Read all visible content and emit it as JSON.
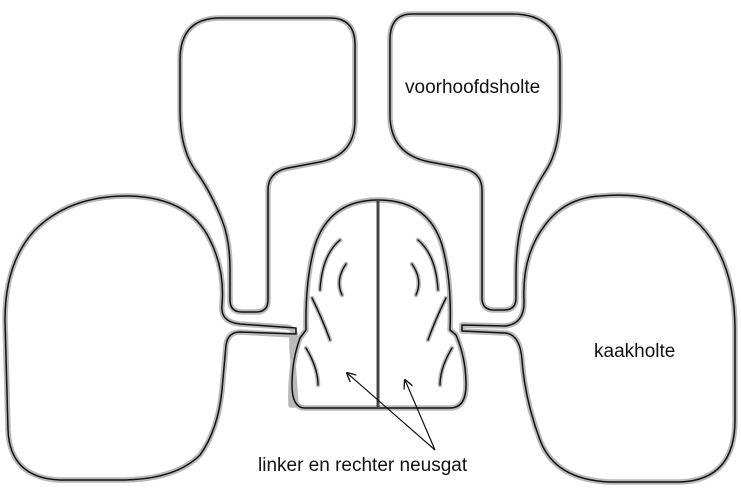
{
  "labels": {
    "frontal_sinus": "voorhoofdsholte",
    "maxillary_sinus": "kaakholte",
    "nostrils": "linker en rechter neusgat"
  },
  "colors": {
    "outline": "#111111",
    "outline_halo": "#b9b9b9",
    "background": "#ffffff"
  }
}
